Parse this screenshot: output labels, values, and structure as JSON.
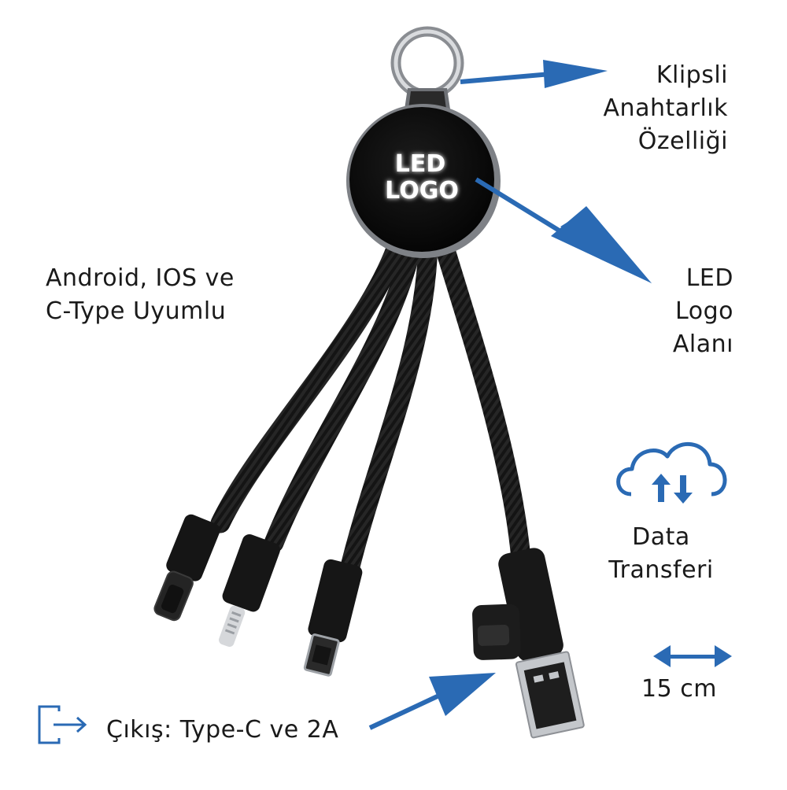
{
  "logo_text": {
    "line1": "LED",
    "line2": "LOGO"
  },
  "features": {
    "keyring": {
      "lines": [
        "Klipsli",
        "Anahtarlık",
        "Özelliği"
      ]
    },
    "compat": {
      "lines": [
        "Android, IOS ve",
        "C-Type Uyumlu"
      ]
    },
    "led": {
      "lines": [
        "LED",
        "Logo",
        "Alanı"
      ]
    },
    "data": {
      "lines": [
        "Data",
        "Transferi"
      ]
    },
    "length": {
      "text": "15 cm"
    },
    "output": {
      "text": "Çıkış: Type-C ve 2A"
    }
  },
  "icons": [
    "arrow-right-icon",
    "cloud-transfer-icon",
    "double-arrow-icon",
    "exit-icon"
  ],
  "colors": {
    "accent": "#2a6ab4",
    "product": "#111111",
    "metal": "#b8bcc2"
  }
}
